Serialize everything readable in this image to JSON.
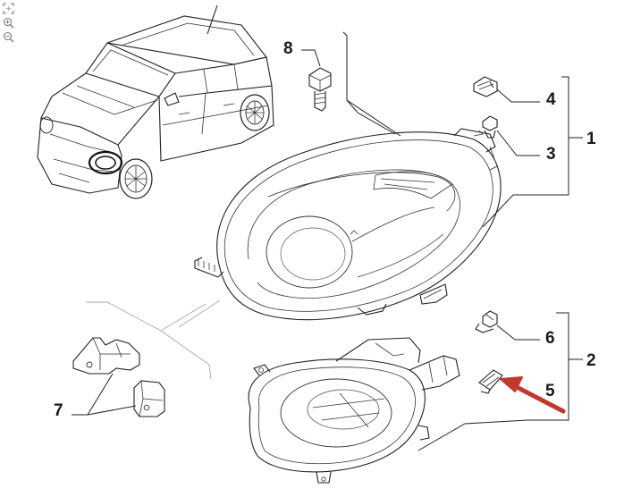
{
  "viewer": {
    "tools": [
      {
        "icon": "fit-screen-icon"
      },
      {
        "icon": "zoom-in-icon"
      },
      {
        "icon": "zoom-out-icon"
      }
    ]
  },
  "callouts": {
    "c1": "1",
    "c2": "2",
    "c3": "3",
    "c4": "4",
    "c5": "5",
    "c6": "6",
    "c7": "7",
    "c8": "8"
  },
  "colors": {
    "highlight_arrow": "#c0392b",
    "line": "#222222"
  }
}
